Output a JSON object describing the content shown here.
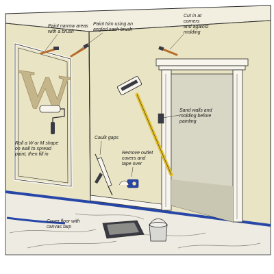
{
  "callouts": {
    "narrow_areas": "Paint narrow areas\nwith a brush",
    "trim": "Paint trim using an\nangled sash brush",
    "cut_in": "Cut in at\ncorners\nand against\nmolding",
    "sand": "Sand walls and\nmolding before\npainting",
    "roll": "Roll a W or M shape\non wall to spread\npaint, then fill in",
    "caulk": "Caulk gaps",
    "outlet": "Remove outlet\ncovers and\ntape over",
    "floor": "Cover floor with\ncanvas tarp"
  },
  "wall_letter": "W",
  "colors": {
    "wall": "#e9e4c4",
    "wall_shade": "#ded9b3",
    "ceiling": "#f2efe0",
    "floor": "#eeebe2",
    "tape": "#2747a8",
    "molding": "#f7f5ec",
    "pole": "#e3c02e",
    "outline": "#2a2a2a"
  }
}
